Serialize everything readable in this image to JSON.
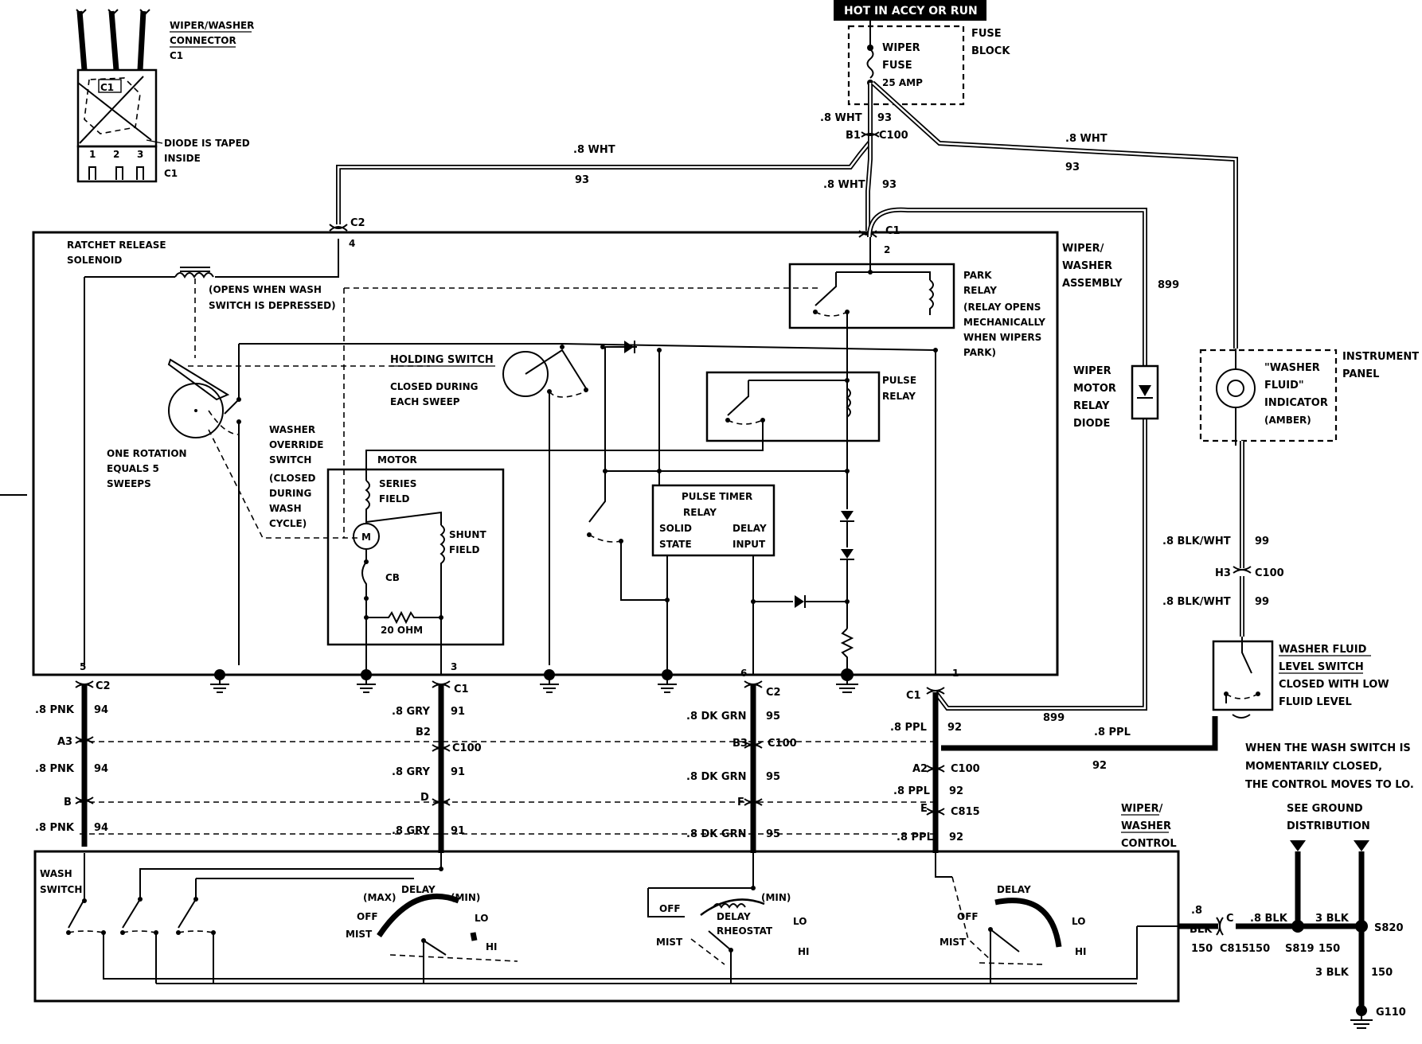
{
  "header": {
    "hot_label": "HOT IN ACCY OR RUN"
  },
  "fuse_block": {
    "wiper_fuse_l1": "WIPER",
    "wiper_fuse_l2": "FUSE",
    "rating": "25 AMP",
    "block_l1": "FUSE",
    "block_l2": "BLOCK"
  },
  "connector_detail": {
    "title_l1": "WIPER/WASHER",
    "title_l2": "CONNECTOR",
    "title_l3": "C1",
    "diode_l1": "DIODE IS TAPED",
    "diode_l2": "INSIDE",
    "diode_l3": "C1",
    "inner": "C1",
    "pin1": "1",
    "pin2": "2",
    "pin3": "3"
  },
  "assembly": {
    "title_l1": "WIPER/",
    "title_l2": "WASHER",
    "title_l3": "ASSEMBLY",
    "ratchet_l1": "RATCHET RELEASE",
    "ratchet_l2": "SOLENOID",
    "opens_l1": "(OPENS WHEN WASH",
    "opens_l2": "SWITCH IS DEPRESSED)",
    "holding_l1": "HOLDING SWITCH",
    "holding_l2": "CLOSED DURING",
    "holding_l3": "EACH SWEEP",
    "override_l1": "WASHER",
    "override_l2": "OVERRIDE",
    "override_l3": "SWITCH",
    "override_l4": "(CLOSED",
    "override_l5": "DURING",
    "override_l6": "WASH",
    "override_l7": "CYCLE)",
    "rotation_l1": "ONE ROTATION",
    "rotation_l2": "EQUALS 5",
    "rotation_l3": "SWEEPS",
    "motor": "MOTOR",
    "series_l1": "SERIES",
    "series_l2": "FIELD",
    "shunt_l1": "SHUNT",
    "shunt_l2": "FIELD",
    "m": "M",
    "cb": "CB",
    "ohm": "20 OHM",
    "park_l1": "PARK",
    "park_l2": "RELAY",
    "park_l3": "(RELAY OPENS",
    "park_l4": "MECHANICALLY",
    "park_l5": "WHEN WIPERS",
    "park_l6": "PARK)",
    "pulse_l1": "PULSE",
    "pulse_l2": "RELAY",
    "timer_l1": "PULSE TIMER",
    "timer_l2": "RELAY",
    "solid_l1": "SOLID",
    "solid_l2": "STATE",
    "delay_l1": "DELAY",
    "delay_l2": "INPUT"
  },
  "diode": {
    "l1": "WIPER",
    "l2": "MOTOR",
    "l3": "RELAY",
    "l4": "DIODE"
  },
  "instrument": {
    "ind_l1": "\"WASHER",
    "ind_l2": "FLUID\"",
    "ind_l3": "INDICATOR",
    "ind_l4": "(AMBER)",
    "panel_l1": "INSTRUMENT",
    "panel_l2": "PANEL"
  },
  "fluid_switch": {
    "l1": "WASHER FLUID",
    "l2": "LEVEL SWITCH",
    "l3": "CLOSED WITH LOW",
    "l4": "FLUID LEVEL"
  },
  "note": {
    "l1": "WHEN THE WASH SWITCH IS",
    "l2": "MOMENTARILY CLOSED,",
    "l3": "THE CONTROL MOVES TO LO."
  },
  "ground": {
    "l1": "SEE GROUND",
    "l2": "DISTRIBUTION"
  },
  "control": {
    "title_l1": "WIPER/",
    "title_l2": "WASHER",
    "title_l3": "CONTROL",
    "wash_l1": "WASH",
    "wash_l2": "SWITCH",
    "max": "(MAX)",
    "delay": "DELAY",
    "min": "(MIN)",
    "off": "OFF",
    "mist": "MIST",
    "lo": "LO",
    "hi": "HI",
    "rheo_l1": "DELAY",
    "rheo_l2": "RHEOSTAT"
  },
  "wires": {
    "wht": ".8 WHT",
    "c93": "93",
    "c899": "899",
    "blkwht": ".8 BLK/WHT",
    "c99": "99",
    "pnk": ".8 PNK",
    "c94": "94",
    "gry": ".8 GRY",
    "c91": "91",
    "dkgrn": ".8 DK GRN",
    "c95": "95",
    "ppl": ".8 PPL",
    "c92": "92",
    "blk8_l1": ".8",
    "blk8_l2": "BLK",
    "blk8": ".8 BLK",
    "blk3": "3 BLK",
    "c150": "150"
  },
  "connectors": {
    "c1": "C1",
    "c2": "C2",
    "c100": "C100",
    "c815": "C815",
    "b1": "B1",
    "h3": "H3",
    "a3": "A3",
    "b": "B",
    "b2": "B2",
    "d": "D",
    "b3": "B3",
    "f": "F",
    "a2": "A2",
    "e": "E",
    "c": "C",
    "p1": "1",
    "p2": "2",
    "p3": "3",
    "p4": "4",
    "p5": "5",
    "p6": "6"
  },
  "splices": {
    "s819": "S819",
    "s820": "S820",
    "g110": "G110"
  }
}
